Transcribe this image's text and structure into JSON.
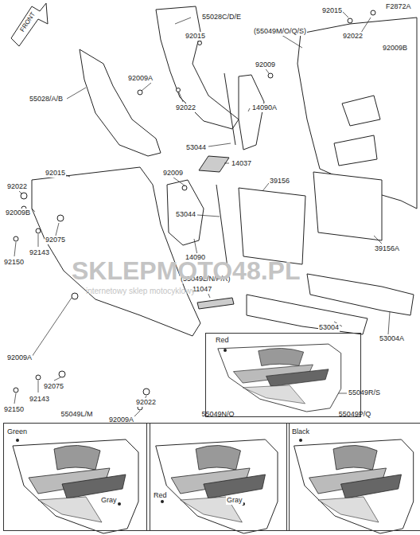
{
  "diagram": {
    "nodes": [
      {
        "text": [
          "Red"
        ]
      },
      {
        "text": [
          "55049L/M",
          "Green",
          "Gray"
        ]
      },
      {
        "text": [
          "55049N/O",
          "Red",
          "Gray"
        ]
      },
      {
        "text": [
          "55049P/Q",
          "Black"
        ]
      }
    ],
    "labels": [
      "F2872A",
      "FRONT",
      "55028C/D/E",
      "92015",
      "92022",
      "92009B",
      "(55049M/O/Q/S)",
      "92015",
      "92009",
      "92009A",
      "92022",
      "55028/A/B",
      "14090A",
      "53044",
      "14037",
      "92015",
      "92022",
      "92009",
      "39156",
      "92009B",
      "53044",
      "14090",
      "39156A",
      "92075",
      "92143",
      "92150",
      "(55049L/N/P/R)",
      "11047",
      "53004",
      "53004A",
      "92009A",
      "92075",
      "92143",
      "92150",
      "92022",
      "92009A",
      "55049R/S",
      "SKLEPMOTO48.PL",
      "internetowy sklep motocyklowy"
    ]
  }
}
